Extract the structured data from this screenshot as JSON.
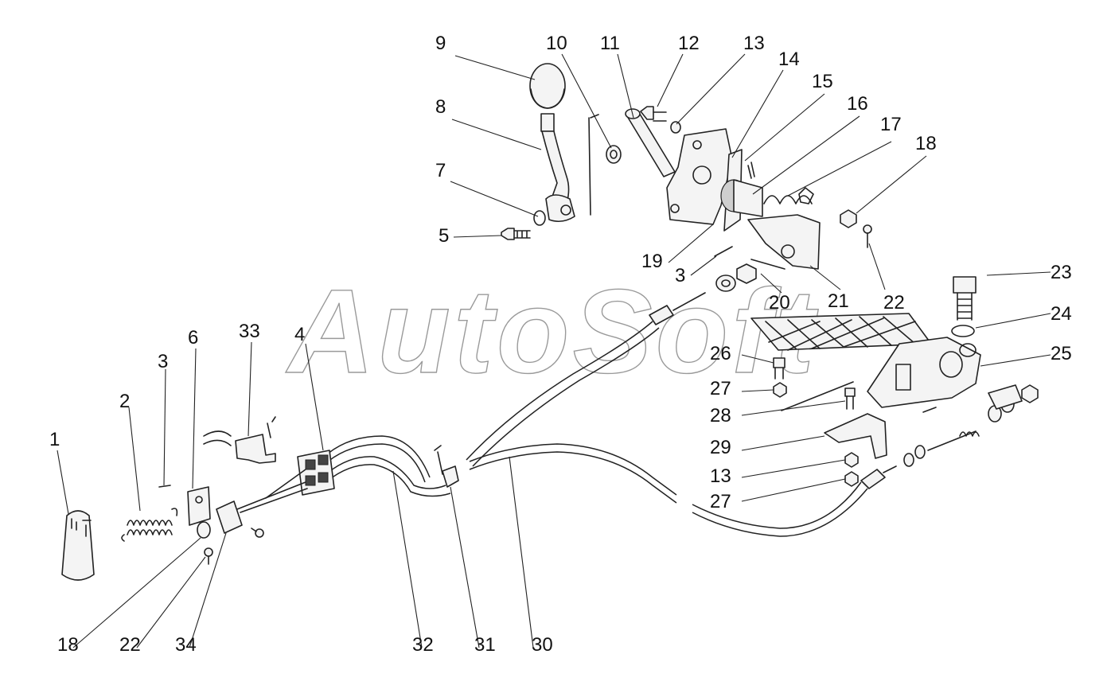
{
  "watermark": "AutoSoft",
  "callouts": {
    "c9": "9",
    "c10": "10",
    "c11": "11",
    "c12": "12",
    "c13a": "13",
    "c14": "14",
    "c15": "15",
    "c16": "16",
    "c17": "17",
    "c18a": "18",
    "c8": "8",
    "c7": "7",
    "c5": "5",
    "c19": "19",
    "c3a": "3",
    "c20": "20",
    "c21": "21",
    "c22a": "22",
    "c23": "23",
    "c24": "24",
    "c25": "25",
    "c26": "26",
    "c27a": "27",
    "c28": "28",
    "c29": "29",
    "c13b": "13",
    "c27b": "27",
    "c33": "33",
    "c4": "4",
    "c6": "6",
    "c3b": "3",
    "c2": "2",
    "c1": "1",
    "c18b": "18",
    "c22b": "22",
    "c34": "34",
    "c32": "32",
    "c31": "31",
    "c30": "30"
  }
}
